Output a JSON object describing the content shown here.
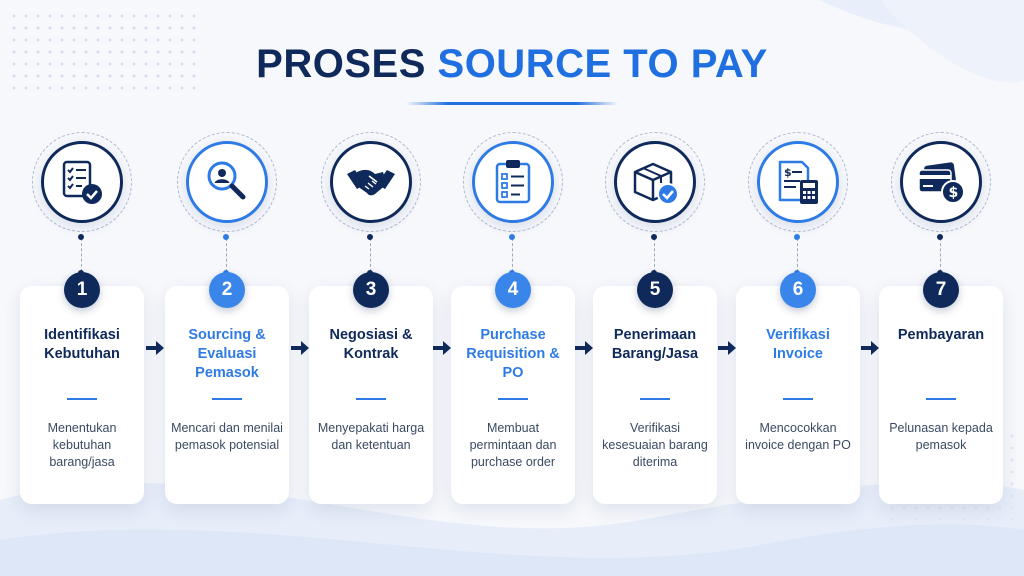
{
  "title": {
    "part1": "PROSES",
    "part2": "SOURCE TO PAY"
  },
  "colors": {
    "navy": "#0f2a5a",
    "blue": "#2f7be6",
    "text": "#3b4a63"
  },
  "steps": [
    {
      "number": "1",
      "title": "Identifikasi Kebutuhan",
      "description": "Menentukan kebutuhan barang/jasa",
      "icon": "checklist-icon",
      "accent": "navy"
    },
    {
      "number": "2",
      "title": "Sourcing & Evaluasi Pemasok",
      "description": "Mencari dan menilai pemasok potensial",
      "icon": "search-person-icon",
      "accent": "blue"
    },
    {
      "number": "3",
      "title": "Negosiasi & Kontrak",
      "description": "Menyepakati harga dan ketentuan",
      "icon": "handshake-icon",
      "accent": "navy"
    },
    {
      "number": "4",
      "title": "Purchase Requisition & PO",
      "description": "Membuat permintaan dan purchase order",
      "icon": "clipboard-icon",
      "accent": "blue"
    },
    {
      "number": "5",
      "title": "Penerimaan Barang/Jasa",
      "description": "Verifikasi kesesuaian barang diterima",
      "icon": "package-check-icon",
      "accent": "navy"
    },
    {
      "number": "6",
      "title": "Verifikasi Invoice",
      "description": "Mencocokkan invoice dengan PO",
      "icon": "invoice-calculator-icon",
      "accent": "blue"
    },
    {
      "number": "7",
      "title": "Pembayaran",
      "description": "Pelunasan kepada pemasok",
      "icon": "card-payment-icon",
      "accent": "navy"
    }
  ]
}
